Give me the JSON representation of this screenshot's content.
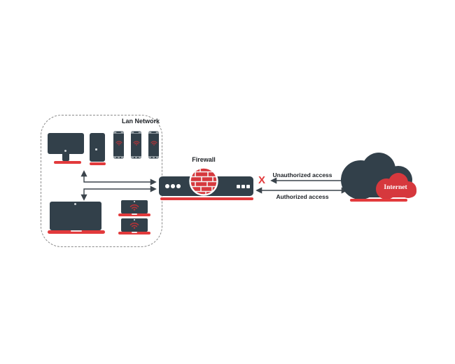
{
  "colors": {
    "dark": "#32404a",
    "red": "#d6383d",
    "bar-red": "#e23a3c",
    "wifi-red": "#b23338",
    "label": "#1d2126",
    "arrow": "#3b444c",
    "box-border": "#8a8a8a"
  },
  "lan": {
    "label": "Lan Network",
    "devices": [
      "desktop-computer",
      "tower-pc",
      "smartphone",
      "smartphone",
      "smartphone",
      "laptop",
      "wifi-laptop",
      "wifi-laptop"
    ]
  },
  "firewall": {
    "label": "Firewall"
  },
  "internet": {
    "label": "Internet"
  },
  "flows": {
    "unauthorized": {
      "label": "Unauthorized access",
      "blocked_mark": "X",
      "direction": "internet-to-lan",
      "status": "blocked"
    },
    "authorized": {
      "label": "Authorized access",
      "direction": "bidirectional",
      "status": "allowed"
    }
  }
}
